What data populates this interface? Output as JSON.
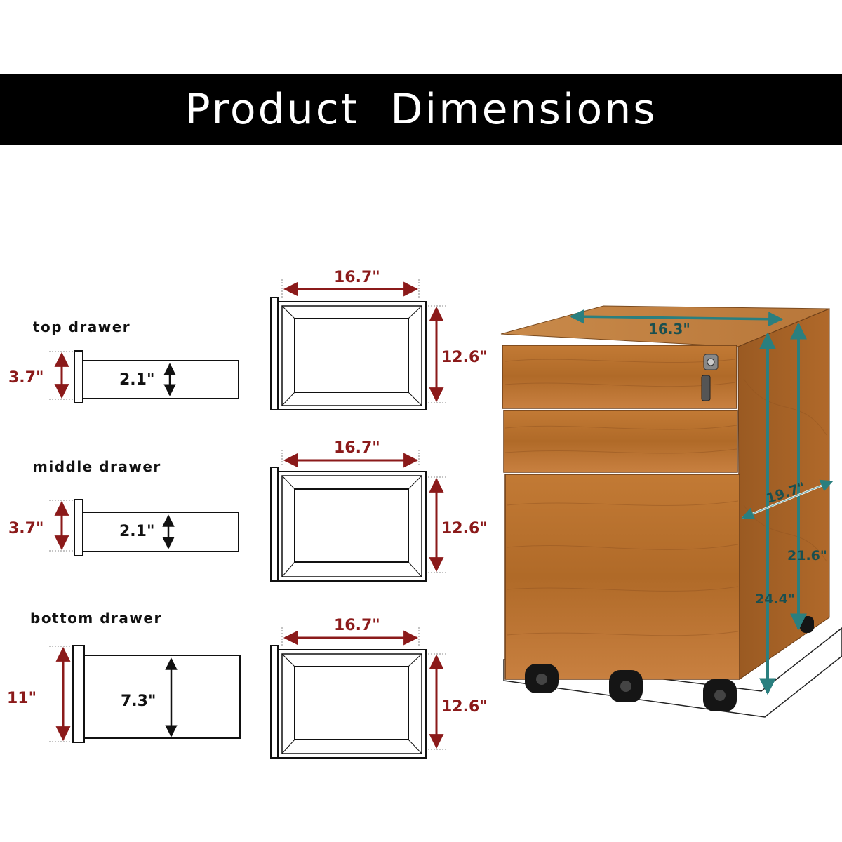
{
  "header": {
    "title": "Product Dimensions"
  },
  "drawers": [
    {
      "name": "top drawer",
      "side_height": "3.7\"",
      "inner_height": "2.1\"",
      "front_width": "16.7\"",
      "front_height": "12.6\""
    },
    {
      "name": "middle drawer",
      "side_height": "3.7\"",
      "inner_height": "2.1\"",
      "front_width": "16.7\"",
      "front_height": "12.6\""
    },
    {
      "name": "bottom drawer",
      "side_height": "11\"",
      "inner_height": "7.3\"",
      "front_width": "16.7\"",
      "front_height": "12.6\""
    }
  ],
  "cabinet": {
    "width": "16.3\"",
    "depth": "19.7\"",
    "inner_height": "21.6\"",
    "total_height": "24.4\""
  },
  "colors": {
    "banner": "#000000",
    "dimension_red": "#8b1a1a",
    "dimension_teal": "#2a7f7f",
    "wood": "#b8702c"
  }
}
